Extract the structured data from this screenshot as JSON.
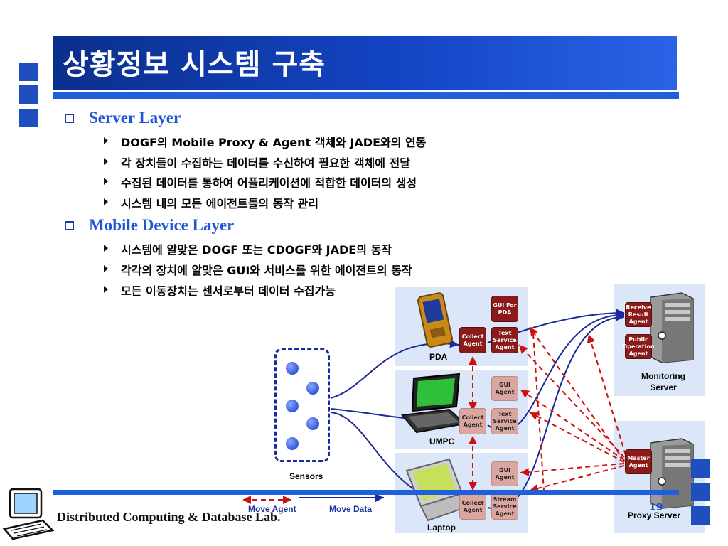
{
  "title": "상황정보 시스템 구축",
  "sections": [
    {
      "title": "Server Layer",
      "bullets": [
        "DOGF의 Mobile Proxy & Agent 객체와 JADE와의 연동",
        "각 장치들이 수집하는 데이터를 수신하여 필요한 객체에 전달",
        "수집된 데이터를 통하여 어플리케이션에 적합한 데이터의 생성",
        "시스템 내의 모든 에이전트들의 동작 관리"
      ]
    },
    {
      "title": "Mobile Device Layer",
      "bullets": [
        "시스템에 알맞은 DOGF 또는 CDOGF와 JADE의 동작",
        "각각의 장치에 알맞은 GUI와 서비스를 위한 에이전트의 동작",
        "모든 이동장치는 센서로부터 데이터 수집가능"
      ]
    }
  ],
  "diagram": {
    "sensors_label": "Sensors",
    "devices": [
      {
        "label": "PDA",
        "agents": [
          "GUI For PDA",
          "Collect Agent",
          "Text Service Agent"
        ]
      },
      {
        "label": "UMPC",
        "agents": [
          "GUI Agent",
          "Collect Agent",
          "Text Service Agent"
        ]
      },
      {
        "label": "Laptop",
        "agents": [
          "GUI Agent",
          "Collect Agent",
          "Stream Service Agent"
        ]
      }
    ],
    "servers": [
      {
        "label": "Monitoring Server",
        "agents": [
          "Receive Result Agent",
          "Public Operation Agent"
        ]
      },
      {
        "label": "Proxy Server",
        "agents": [
          "Master Agent"
        ]
      }
    ],
    "legend": {
      "move_agent": "Move Agent",
      "move_data": "Move Data"
    },
    "colors": {
      "agent_dark": "#8b1a1a",
      "agent_light": "#d9a79f",
      "move_agent_line": "#cc1111",
      "move_data_line": "#1a2a9a"
    }
  },
  "footer": {
    "lab_name": "Distributed Computing & Database Lab.",
    "page_number": "19"
  }
}
